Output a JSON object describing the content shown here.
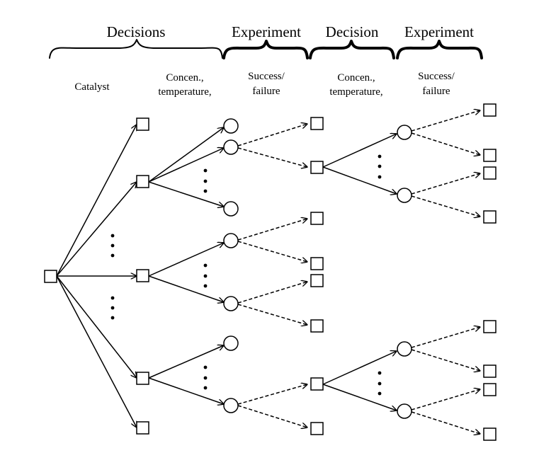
{
  "headers": {
    "decisions": "Decisions",
    "experiment1": "Experiment",
    "decision": "Decision",
    "experiment2": "Experiment"
  },
  "columns": {
    "catalyst": "Catalyst",
    "concen1_line1": "Concen.,",
    "concen1_line2": "temperature,",
    "success1_line1": "Success/",
    "success1_line2": "failure",
    "concen2_line1": "Concen.,",
    "concen2_line2": "temperature,",
    "success2_line1": "Success/",
    "success2_line2": "failure"
  },
  "legend": {
    "decision_node": "square",
    "chance_node": "circle",
    "decision_edge": "solid",
    "experiment_edge": "dashed"
  }
}
